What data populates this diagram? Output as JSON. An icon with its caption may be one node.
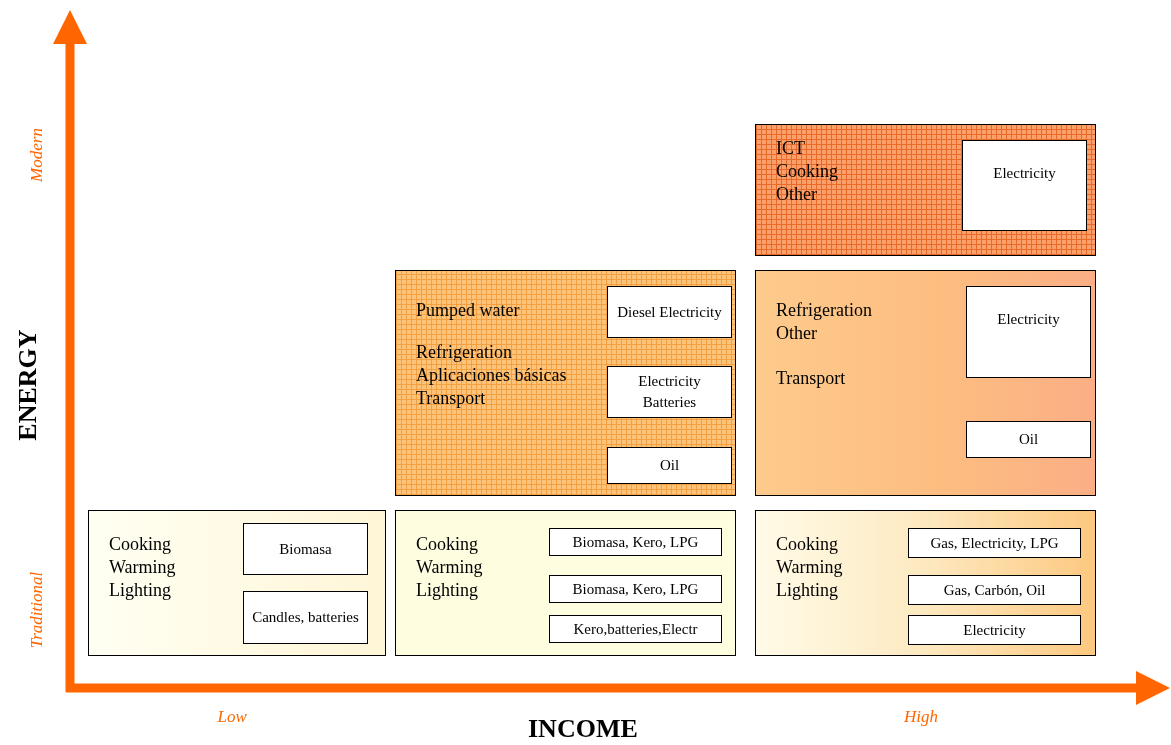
{
  "diagram": {
    "nodes": [
      {
        "text": [
          "ICT Cooking Other"
        ]
      },
      {
        "text": [
          "Electricity"
        ],
        "in": 0
      },
      {
        "text": [
          "Pumped water",
          "Refrigeration Aplicaciones básicas Transport"
        ]
      },
      {
        "text": [
          "Diesel Electricity"
        ],
        "in": 2
      },
      {
        "text": [
          "Electricity Batteries"
        ],
        "in": 2
      },
      {
        "text": [
          "Oil"
        ],
        "in": 2
      },
      {
        "text": [
          "Refrigeration Other",
          "Transport"
        ]
      },
      {
        "text": [
          "Electricity"
        ],
        "in": 6
      },
      {
        "text": [
          "Oil"
        ],
        "in": 6
      },
      {
        "text": [
          "Cooking Warming Lighting"
        ]
      },
      {
        "text": [
          "Biomasa"
        ],
        "in": 9
      },
      {
        "text": [
          "Candles, batteries"
        ],
        "in": 9
      },
      {
        "text": [
          "Cooking Warming Lighting"
        ]
      },
      {
        "text": [
          "Biomasa, Kero, LPG"
        ],
        "in": 12
      },
      {
        "text": [
          "Biomasa, Kero, LPG"
        ],
        "in": 12
      },
      {
        "text": [
          "Kero,batteries,Electr"
        ],
        "in": 12
      },
      {
        "text": [
          "Cooking Warming Lighting"
        ]
      },
      {
        "text": [
          "Gas, Electricity, LPG"
        ],
        "in": 16
      },
      {
        "text": [
          "Gas, Carbón, Oil"
        ],
        "in": 16
      },
      {
        "text": [
          "Electricity"
        ],
        "in": 16
      }
    ],
    "edges": [],
    "labels": [
      "Modern",
      "ENERGY",
      "Traditional",
      "Low",
      "INCOME",
      "High"
    ]
  }
}
